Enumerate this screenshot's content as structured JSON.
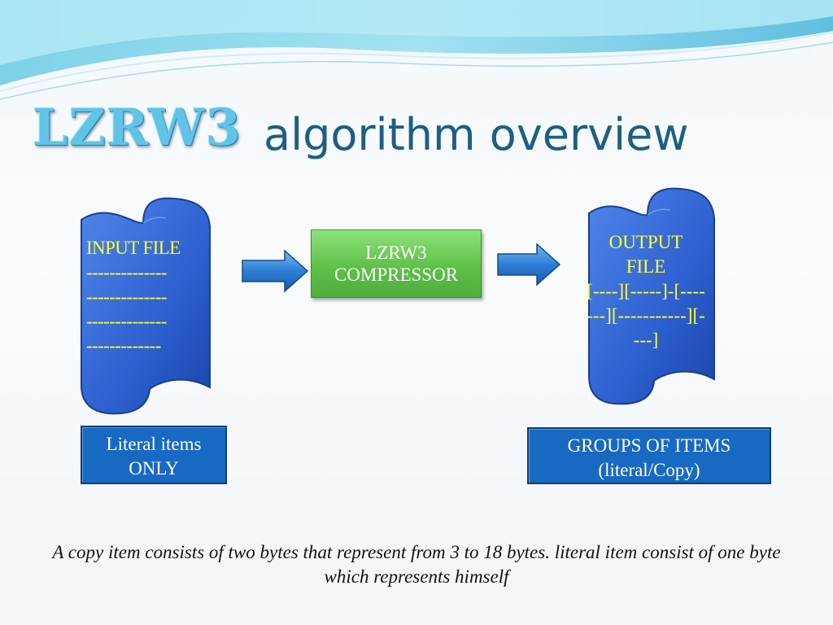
{
  "title": {
    "emphasis": "LZRW3",
    "rest": "algorithm overview"
  },
  "input_file": {
    "label": "INPUT FILE",
    "lines": [
      "--------------",
      "--------------",
      "--------------",
      "-------------"
    ]
  },
  "compressor": {
    "line1": "LZRW3",
    "line2": "COMPRESSOR"
  },
  "output_file": {
    "label_line1": "OUTPUT",
    "label_line2": "FILE",
    "contents": "[----][-----]-[-------][-----------][----]"
  },
  "input_caption": {
    "line1": "Literal items",
    "line2": "ONLY"
  },
  "output_caption": {
    "line1": "GROUPS  OF ITEMS",
    "line2": "(literal/Copy)"
  },
  "footnote": "A copy item consists of two bytes that represent from 3 to 18 bytes. literal item consist of one byte which represents himself",
  "colors": {
    "scroll_fill": "#2f63d2",
    "scroll_text": "#ffff33",
    "compressor_fill": "#5fc04a",
    "caption_box": "#1869c2",
    "arrow": "#2c7fd6",
    "title_emphasis": "#5fc4e6",
    "title_rest": "#1d5f82"
  }
}
